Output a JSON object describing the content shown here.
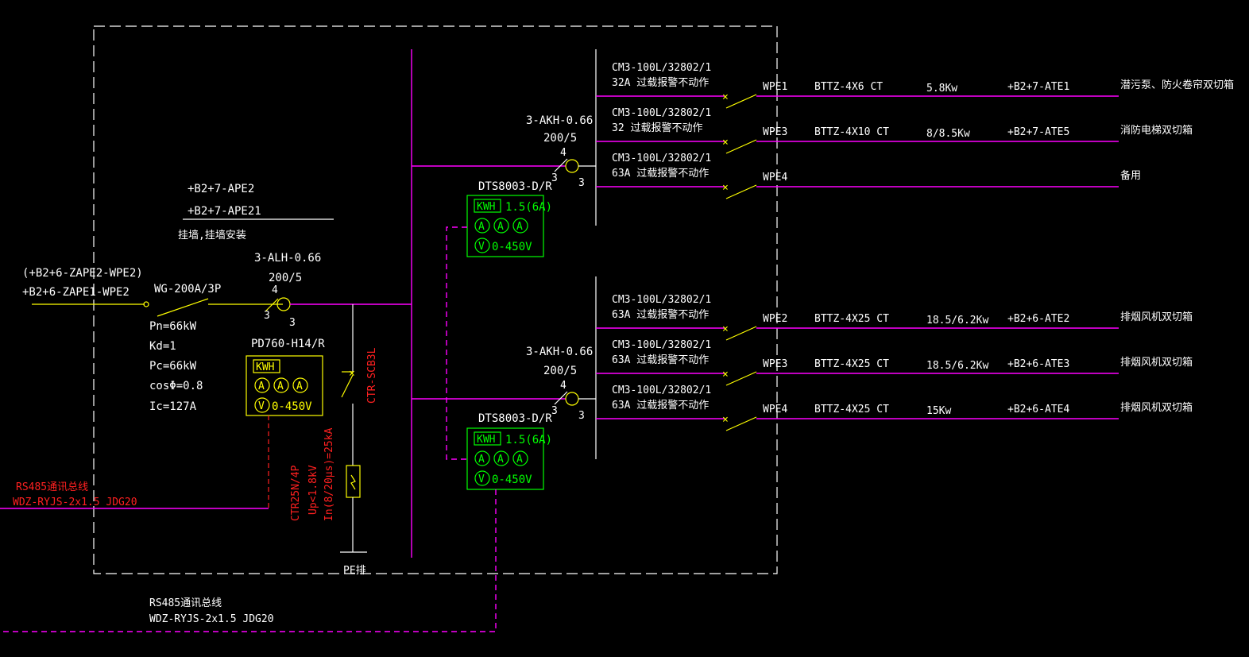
{
  "panel": {
    "code1": "+B2+7-APE2",
    "code2": "+B2+7-APE21",
    "mount": "挂墙,挂墙安装"
  },
  "incoming": {
    "feeder_alt": "(+B2+6-ZAPE2-WPE2)",
    "feeder": "+B2+6-ZAPE1-WPE2",
    "breaker": "WG-200A/3P",
    "ct_model": "3-ALH-0.66",
    "ct_ratio": "200/5",
    "ct_n1": "4",
    "ct_n2": "3",
    "ct_n3": "3",
    "params": [
      "Pn=66kW",
      "Kd=1",
      "Pc=66kW",
      "cosΦ=0.8",
      "Ic=127A"
    ]
  },
  "meter_main": {
    "model": "PD760-H14/R",
    "kwh": "KWH",
    "amp": "A",
    "volt": "V",
    "range": "0-450V"
  },
  "spd": {
    "switch": "CTR-SCB3L",
    "model": "CTR25N/4P",
    "up": "Up<1.8kV",
    "in": "In(8/20μs)=25kA",
    "pe": "PE排"
  },
  "rs485": {
    "label_left_1": "RS485通讯总线",
    "label_left_2": "WDZ-RYJS-2x1.5 JDG20",
    "label_bottom_1": "RS485通讯总线",
    "label_bottom_2": "WDZ-RYJS-2x1.5 JDG20"
  },
  "groups": [
    {
      "ct_model": "3-AKH-0.66",
      "ct_ratio": "200/5",
      "ct_n1": "4",
      "ct_n2": "3",
      "ct_n3": "3",
      "meter_model": "DTS8003-D/R",
      "kwh": "KWH",
      "rate": "1.5(6A)",
      "amp": "A",
      "volt": "V",
      "range": "0-450V",
      "circuits": [
        {
          "breaker": "CM3-100L/32802/1",
          "setting": "32A 过载报警不动作",
          "id": "WPE1",
          "cable": "BTTZ-4X6 CT",
          "power": "5.8Kw",
          "dest": "+B2+7-ATE1",
          "load": "潜污泵、防火卷帘双切箱"
        },
        {
          "breaker": "CM3-100L/32802/1",
          "setting": "32 过载报警不动作",
          "id": "WPE3",
          "cable": "BTTZ-4X10 CT",
          "power": "8/8.5Kw",
          "dest": "+B2+7-ATE5",
          "load": "消防电梯双切箱"
        },
        {
          "breaker": "CM3-100L/32802/1",
          "setting": "63A 过载报警不动作",
          "id": "WPE4",
          "cable": "",
          "power": "",
          "dest": "",
          "load": "备用"
        }
      ]
    },
    {
      "ct_model": "3-AKH-0.66",
      "ct_ratio": "200/5",
      "ct_n1": "4",
      "ct_n2": "3",
      "ct_n3": "3",
      "meter_model": "DTS8003-D/R",
      "kwh": "KWH",
      "rate": "1.5(6A)",
      "amp": "A",
      "volt": "V",
      "range": "0-450V",
      "circuits": [
        {
          "breaker": "CM3-100L/32802/1",
          "setting": "63A 过载报警不动作",
          "id": "WPE2",
          "cable": "BTTZ-4X25 CT",
          "power": "18.5/6.2Kw",
          "dest": "+B2+6-ATE2",
          "load": "排烟风机双切箱"
        },
        {
          "breaker": "CM3-100L/32802/1",
          "setting": "63A 过载报警不动作",
          "id": "WPE3",
          "cable": "BTTZ-4X25 CT",
          "power": "18.5/6.2Kw",
          "dest": "+B2+6-ATE3",
          "load": "排烟风机双切箱"
        },
        {
          "breaker": "CM3-100L/32802/1",
          "setting": "63A 过载报警不动作",
          "id": "WPE4",
          "cable": "BTTZ-4X25 CT",
          "power": "15Kw",
          "dest": "+B2+6-ATE4",
          "load": "排烟风机双切箱"
        }
      ]
    }
  ]
}
